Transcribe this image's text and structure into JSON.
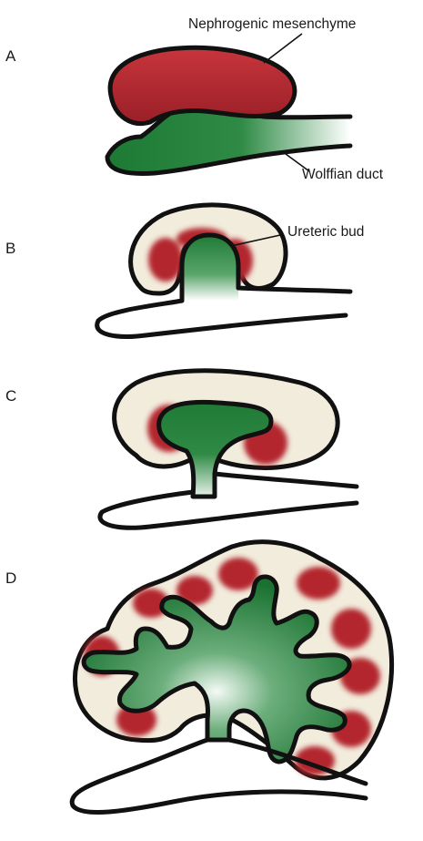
{
  "panels": [
    {
      "letter": "A"
    },
    {
      "letter": "B"
    },
    {
      "letter": "C"
    },
    {
      "letter": "D"
    }
  ],
  "labels": {
    "nephrogenic_mesenchyme": "Nephrogenic mesenchyme",
    "wolffian_duct": "Wolffian duct",
    "ureteric_bud": "Ureteric bud"
  },
  "colors": {
    "mesenchyme_red": "#b3262d",
    "duct_green": "#1f7a35",
    "tissue_cream": "#f2ecdc",
    "outline": "#111111"
  }
}
